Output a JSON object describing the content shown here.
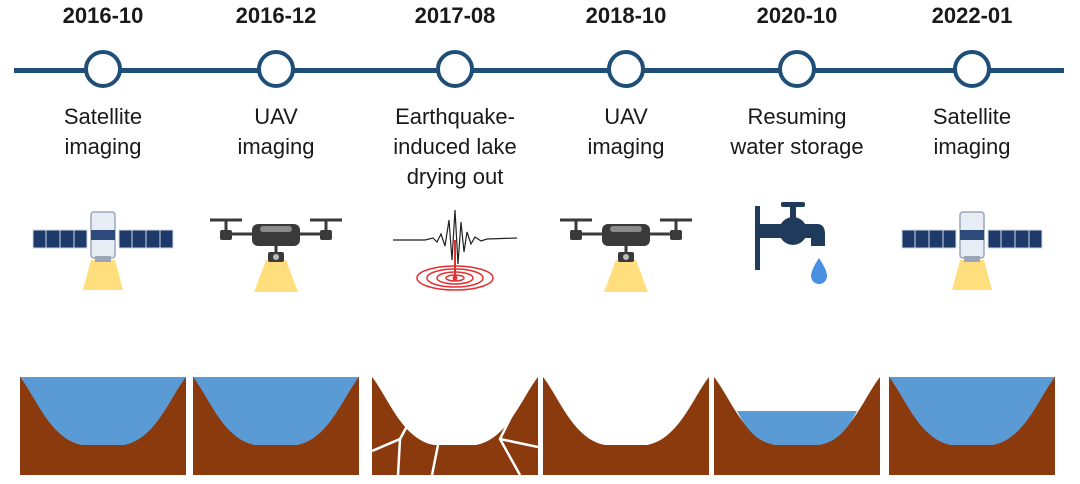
{
  "colors": {
    "timeline": "#1f4e79",
    "soil": "#8b3a0e",
    "water": "#5b9bd5",
    "drone": "#3a3a3a",
    "satellite_panel": "#1e3a6a",
    "beam": "#ffd966",
    "seismic": "#e03030",
    "tap": "#1f3a5a",
    "drop": "#4a90e2"
  },
  "events": [
    {
      "date": "2016-10",
      "label": "Satellite\nimaging",
      "icon": "satellite-icon",
      "basin": "full"
    },
    {
      "date": "2016-12",
      "label": "UAV\nimaging",
      "icon": "drone-icon",
      "basin": "full"
    },
    {
      "date": "2017-08",
      "label": "Earthquake-\ninduced lake\ndrying out",
      "icon": "earthquake-icon",
      "basin": "cracked"
    },
    {
      "date": "2018-10",
      "label": "UAV\nimaging",
      "icon": "drone-icon",
      "basin": "empty"
    },
    {
      "date": "2020-10",
      "label": "Resuming\nwater storage",
      "icon": "water-tap-icon",
      "basin": "partial"
    },
    {
      "date": "2022-01",
      "label": "Satellite\nimaging",
      "icon": "satellite-icon",
      "basin": "full"
    }
  ]
}
